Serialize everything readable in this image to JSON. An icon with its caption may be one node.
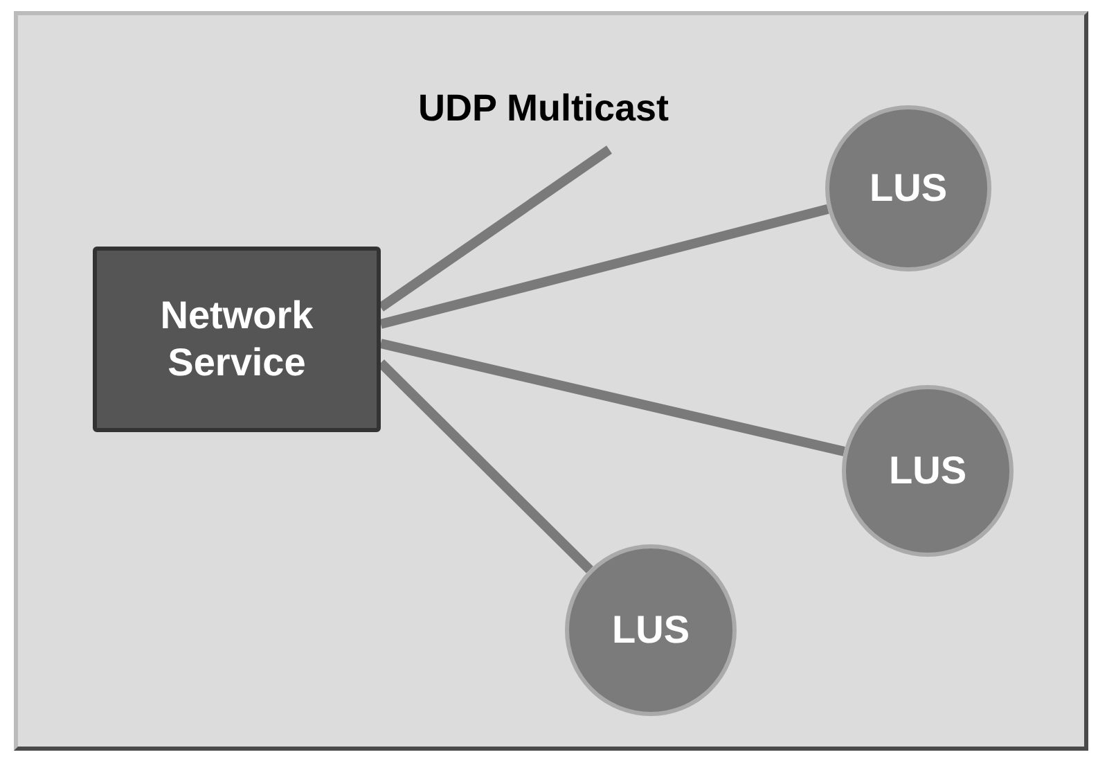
{
  "diagram": {
    "nodes": [
      {
        "text": [
          "Network Service"
        ]
      },
      {
        "text": [
          "LUS"
        ]
      },
      {
        "text": [
          "LUS"
        ]
      },
      {
        "text": [
          "LUS"
        ]
      }
    ],
    "edges": [
      {
        "from": 0,
        "to": null,
        "arrow": "none",
        "label": "UDP Multicast"
      },
      {
        "from": 0,
        "to": 1,
        "arrow": "none"
      },
      {
        "from": 0,
        "to": 2,
        "arrow": "none"
      },
      {
        "from": 0,
        "to": 3,
        "arrow": "none"
      }
    ]
  }
}
